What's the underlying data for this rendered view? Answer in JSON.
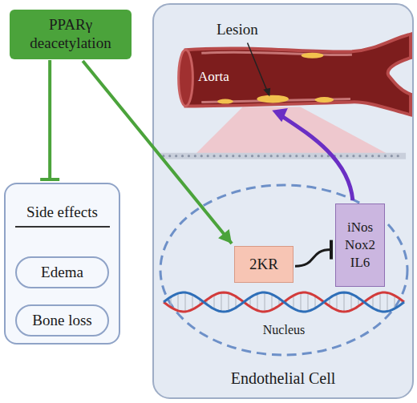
{
  "diagram": {
    "nodes": [
      {
        "text": [
          "PPARγ deacetylation"
        ]
      },
      {
        "text": [
          "Side effects"
        ]
      },
      {
        "text": [
          "Edema"
        ],
        "in": 1
      },
      {
        "text": [
          "Bone loss"
        ],
        "in": 1
      },
      {
        "text": [
          "Endothelial Cell"
        ]
      },
      {
        "text": [
          "Nucleus"
        ],
        "in": 4
      },
      {
        "text": [
          "2KR"
        ],
        "in": 5
      },
      {
        "text": [
          "iNos Nox2 IL6"
        ],
        "in": 5
      }
    ],
    "edges": [
      {
        "from": 0,
        "to": 1,
        "arrow": "to"
      },
      {
        "from": 0,
        "to": 6,
        "arrow": "to"
      },
      {
        "from": 6,
        "to": 7,
        "arrow": "to"
      }
    ],
    "labels": [
      "Lesion",
      "Aorta"
    ]
  }
}
